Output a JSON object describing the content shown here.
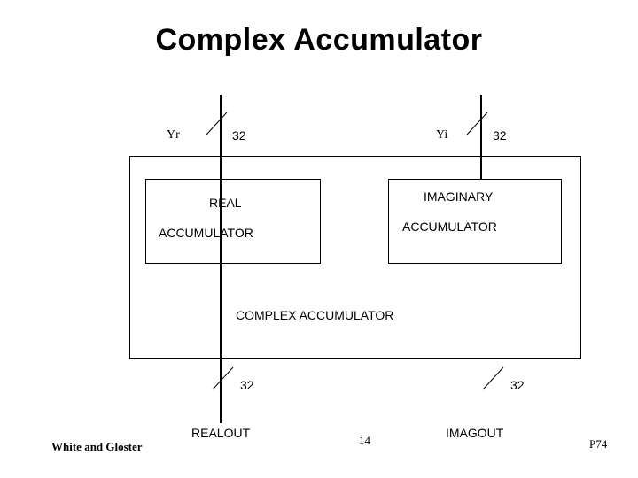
{
  "slide": {
    "title": "Complex Accumulator",
    "blocks": {
      "outer_label": "COMPLEX ACCUMULATOR",
      "real": {
        "line1": "REAL",
        "line2": "ACCUMULATOR"
      },
      "imaginary": {
        "line1": "IMAGINARY",
        "line2": "ACCUMULATOR"
      }
    },
    "inputs": [
      {
        "name": "Yr",
        "width": "32"
      },
      {
        "name": "Yi",
        "width": "32"
      }
    ],
    "outputs": [
      {
        "name": "REALOUT",
        "width": "32"
      },
      {
        "name": "IMAGOUT",
        "width": "32"
      }
    ],
    "footer": {
      "left": "White and Gloster",
      "page_number": "14",
      "right": "P74"
    }
  }
}
